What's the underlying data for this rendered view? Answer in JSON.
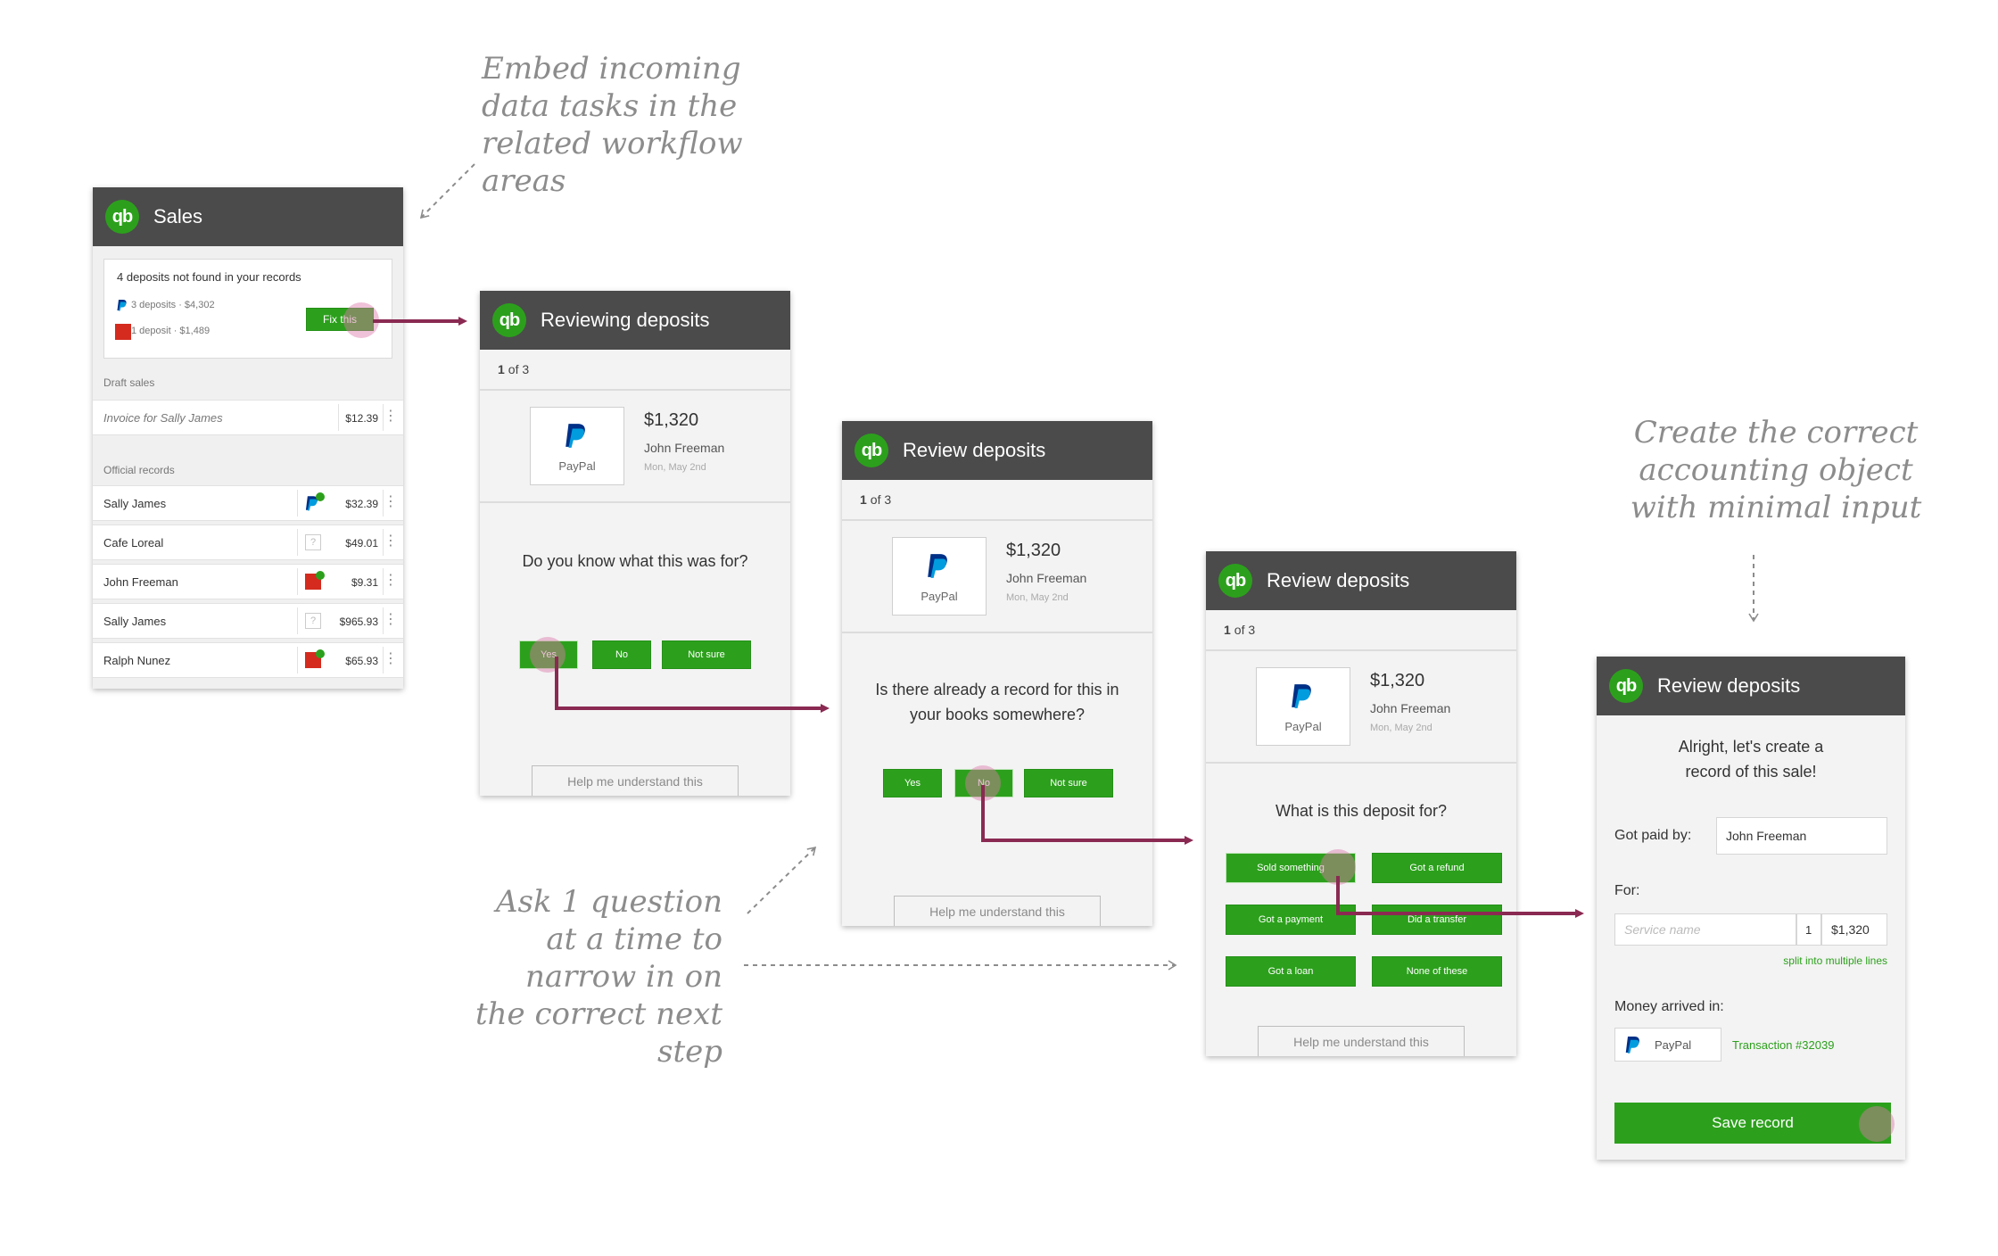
{
  "annotations": {
    "embed": "Embed incoming data tasks in the related workflow areas",
    "create": "Create the correct accounting object with minimal input",
    "ask": "Ask 1 question at a time to narrow in on the correct next step"
  },
  "sales_panel": {
    "title": "Sales",
    "alert": {
      "title": "4 deposits not found in your records",
      "rows": [
        {
          "icon": "paypal-icon",
          "text": "3 deposits · $4,302"
        },
        {
          "icon": "bank-icon",
          "text": "1 deposit · $1,489"
        }
      ],
      "fix_button": "Fix this"
    },
    "draft_label": "Draft sales",
    "draft_rows": [
      {
        "name": "Invoice for Sally James",
        "amount": "$12.39"
      }
    ],
    "official_label": "Official records",
    "official_rows": [
      {
        "name": "Sally James",
        "icon": "paypal-icon",
        "amount": "$32.39"
      },
      {
        "name": "Cafe Loreal",
        "icon": "unknown-icon",
        "amount": "$49.01"
      },
      {
        "name": "John Freeman",
        "icon": "bank-icon",
        "amount": "$9.31"
      },
      {
        "name": "Sally James",
        "icon": "unknown-icon",
        "amount": "$965.93"
      },
      {
        "name": "Ralph Nunez",
        "icon": "bank-icon",
        "amount": "$65.93"
      }
    ]
  },
  "deposit": {
    "counter_num": "1",
    "counter_rest": "of 3",
    "paypal_label": "PayPal",
    "amount": "$1,320",
    "payer": "John Freeman",
    "date": "Mon, May 2nd"
  },
  "panel2": {
    "title": "Reviewing deposits",
    "question": "Do you know what this was for?",
    "buttons": [
      "Yes",
      "No",
      "Not sure"
    ],
    "help": "Help me understand this"
  },
  "panel3": {
    "title": "Review deposits",
    "question_line1": "Is there already a record for this in",
    "question_line2": "your books somewhere?",
    "buttons": [
      "Yes",
      "No",
      "Not sure"
    ],
    "help": "Help me understand this"
  },
  "panel4": {
    "title": "Review deposits",
    "question": "What is this deposit for?",
    "buttons": [
      "Sold something",
      "Got a refund",
      "Got a payment",
      "Did a transfer",
      "Got a loan",
      "None of these"
    ],
    "help": "Help me understand this"
  },
  "panel5": {
    "title": "Review deposits",
    "intro_line1": "Alright, let's create a",
    "intro_line2": "record of this sale!",
    "got_paid_label": "Got paid by:",
    "got_paid_value": "John Freeman",
    "for_label": "For:",
    "service_placeholder": "Service name",
    "quantity": "1",
    "line_amount": "$1,320",
    "split_link": "split into multiple lines",
    "money_label": "Money arrived in:",
    "account": "PayPal",
    "transaction_link": "Transaction #32039",
    "save_button": "Save record"
  },
  "colors": {
    "header": "#4b4b4b",
    "brand_green": "#2ca01c",
    "flow_arrow": "#8a2a52",
    "annotation_text": "#8c8c8c"
  }
}
